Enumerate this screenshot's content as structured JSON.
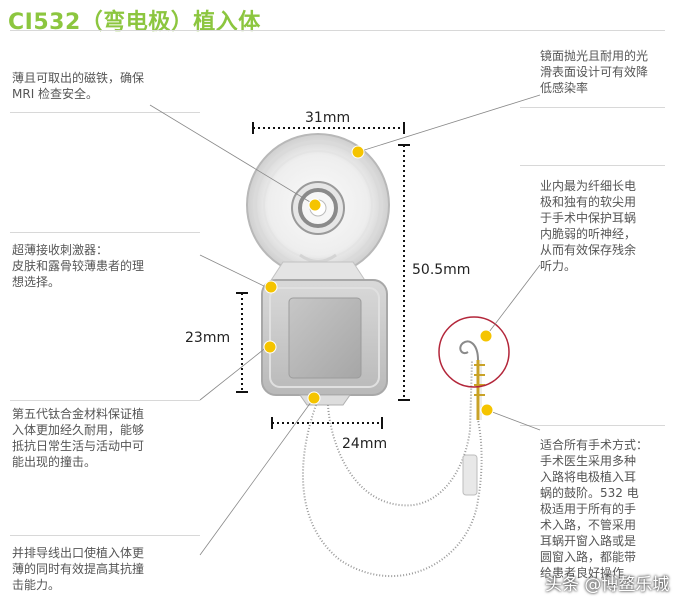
{
  "title": "CI532（弯电极）植入体",
  "callouts": {
    "magnet": [
      "薄且可取出的磁铁，确保",
      "MRI 检查安全。"
    ],
    "surface": [
      "镜面抛光且耐用的光",
      "滑表面设计可有效降",
      "低感染率"
    ],
    "electrode": [
      "业内最为纤细长电",
      "极和独有的软尖用",
      "于手术中保护耳蜗",
      "内脆弱的听神经，",
      "从而有效保存残余",
      "听力。"
    ],
    "receiver": [
      "超薄接收刺激器：",
      "皮肤和露骨较薄患者的理",
      "想选择。"
    ],
    "titanium": [
      "第五代钛合金材料保证植",
      "入体更加经久耐用，能够",
      "抵抗日常生活与活动中可",
      "能出现的撞击。"
    ],
    "surgery": [
      "适合所有手术方式：",
      "手术医生采用多种",
      "入路将电极植入耳",
      "蜗的鼓阶。532 电",
      "极适用于所有的手",
      "术入路，不管采用",
      "耳蜗开窗入路或是",
      "圆窗入路，都能带",
      "给患者良好操作"
    ],
    "leads": [
      "并排导线出口使植入体更",
      "薄的同时有效提高其抗撞",
      "击能力。"
    ]
  },
  "dimensions": {
    "width_top": "31mm",
    "height_total": "50.5mm",
    "height_body": "23mm",
    "width_body": "24mm"
  },
  "watermark": "头条 @博鳌乐城",
  "colors": {
    "title": "#8cc63f",
    "marker": "#f5c400",
    "highlight_circle": "#b3263a",
    "text": "#555555"
  }
}
